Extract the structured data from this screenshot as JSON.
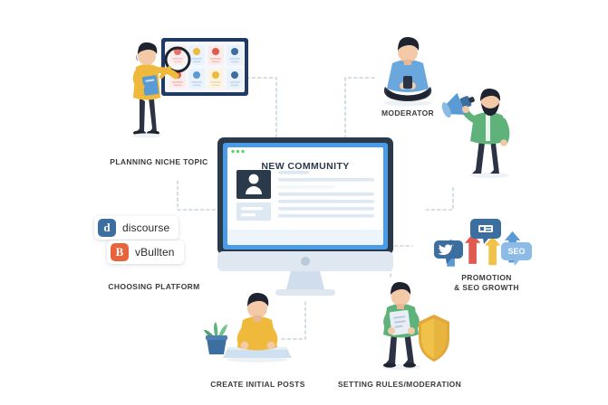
{
  "diagram": {
    "title": "Building An Online Community Infographic",
    "background_color": "#ffffff"
  },
  "center": {
    "device": "desktop-monitor",
    "browser": {
      "heading": "NEW COMMUNITY",
      "traffic_lights": [
        "#5fd36a",
        "#5fd36a",
        "#5fd36a"
      ],
      "avatar": "user-avatar-placeholder",
      "placeholder_lines": 6,
      "frame_color": "#2b3a4a",
      "screen_color": "#4a9ce8",
      "page_color": "#eef4fb"
    },
    "stand_color": "#c5d5e4",
    "bezel_color": "#dfe8f0"
  },
  "nodes": [
    {
      "id": "planning-niche-topic",
      "label": "PLANNING NICHE TOPIC",
      "illustration": "person-with-magnifier-at-board",
      "colors": {
        "shirt": "#efb93c",
        "pants": "#2b3344",
        "board": "#1f3b63",
        "clipboard": "#5b9bd5"
      }
    },
    {
      "id": "choosing-platform",
      "label": "CHOOSING PLATFORM",
      "illustration": "platform-badges",
      "platforms": [
        {
          "name": "discourse",
          "mark": "d",
          "color": "#3c6e9f"
        },
        {
          "name": "vBullten",
          "mark": "B",
          "color": "#e8633a"
        }
      ]
    },
    {
      "id": "moderator",
      "label": "MODERATOR",
      "illustration": "person-sitting-cross-legged-with-phone",
      "colors": {
        "shirt": "#6aa7dd",
        "pants": "#2b3344",
        "hair": "#1d2430"
      }
    },
    {
      "id": "promotion-seo-growth",
      "label": "PROMOTION\n& SEO GROWTH",
      "illustration": "growth-arrows-with-social-bubbles",
      "arrow_colors": [
        "#5b9bd5",
        "#e05a4f",
        "#f0c24a",
        "#5b9bd5"
      ],
      "bubbles": [
        "twitter-bird",
        "social-post",
        "seo-tag"
      ],
      "seo_text": "SEO"
    },
    {
      "id": "create-initial-posts",
      "label": "CREATE INITIAL POSTS",
      "illustration": "person-typing-at-desk-with-plant",
      "colors": {
        "shirt": "#efb93c",
        "desk": "#cfe0f0",
        "plant_pot": "#3c6e9f",
        "plant": "#5fb37a"
      }
    },
    {
      "id": "setting-rules-moderation",
      "label": "SETTING RULES/MODERATION",
      "illustration": "person-with-clipboard-and-shield",
      "colors": {
        "shirt": "#5fb37a",
        "pants": "#2b3344",
        "shield": "#f0c24a",
        "clipboard": "#e8eef5"
      }
    },
    {
      "id": "announcement-megaphone",
      "label": "",
      "illustration": "bearded-man-with-megaphone",
      "colors": {
        "jacket": "#5fb37a",
        "megaphone": "#5b9bd5",
        "pants": "#2b3344",
        "beard": "#1d2430"
      }
    }
  ],
  "connectors": {
    "style": "dashed",
    "color": "#c9d4de",
    "count": 6
  }
}
